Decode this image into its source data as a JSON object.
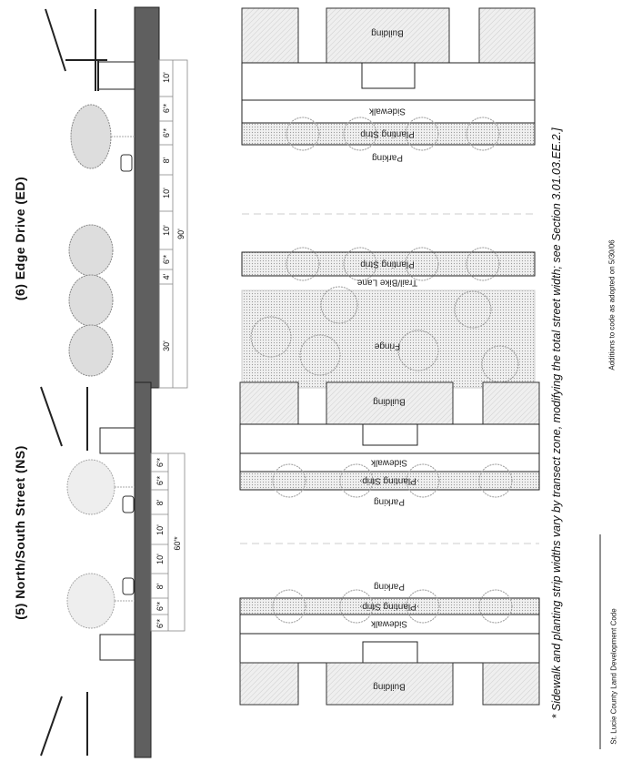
{
  "sections": {
    "ns": {
      "title": "(5)  North/South Street  (NS)",
      "dimensions": [
        "6'*",
        "6'*",
        "8'",
        "10'",
        "10'",
        "8'",
        "6'*",
        "6'*"
      ],
      "total": "60'*",
      "plan_labels": {
        "building_top": "Building",
        "sidewalk_top": "Sidewalk",
        "planting_top": "·Planting Strip·",
        "parking_top": "Parking",
        "parking_bottom": "Parking",
        "planting_bottom": "·Planting Strip·",
        "sidewalk_bottom": "Sidewalk",
        "building_bottom": "Building"
      }
    },
    "ed": {
      "title": "(6)   Edge Drive  (ED)",
      "dimensions": [
        "10'",
        "6'*",
        "6'*",
        "8'",
        "10'",
        "10'",
        "6'*",
        "4'",
        "30'"
      ],
      "total": "90'",
      "plan_labels": {
        "building": "Building",
        "sidewalk": "Sidewalk",
        "planting_1": "Planting Strip",
        "parking": "Parking",
        "planting_2": "Planting Strip",
        "trail": "Trail/Bike Lane",
        "fringe": "Fringe"
      }
    }
  },
  "footnote": "* Sidewalk and planting strip widths vary by transect zone, modifying the total street width; see Section 3.01.03.EE.2.]",
  "footer": {
    "left": "St. Lucie County Land Development Code",
    "right": "Additions to code as adopted on 5/30/06"
  },
  "colors": {
    "road": "#5f5f5f",
    "hatch": "#e4e4e4",
    "stipple": "#d8d8d8"
  }
}
